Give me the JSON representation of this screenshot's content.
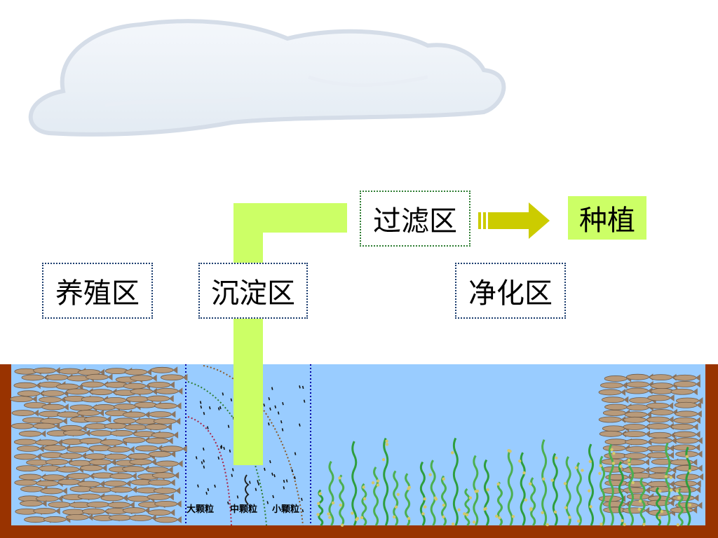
{
  "labels": {
    "breeding_zone": "养殖区",
    "sedimentation_zone": "沉淀区",
    "filtration_zone": "过滤区",
    "purification_zone": "净化区",
    "planting": "种植"
  },
  "particles": {
    "large": "大颗粒",
    "medium": "中颗粒",
    "small": "小颗粒"
  },
  "colors": {
    "pipe": "#ccff66",
    "water": "#99ccff",
    "tank_wall": "#993300",
    "arrow": "#cccc00"
  }
}
